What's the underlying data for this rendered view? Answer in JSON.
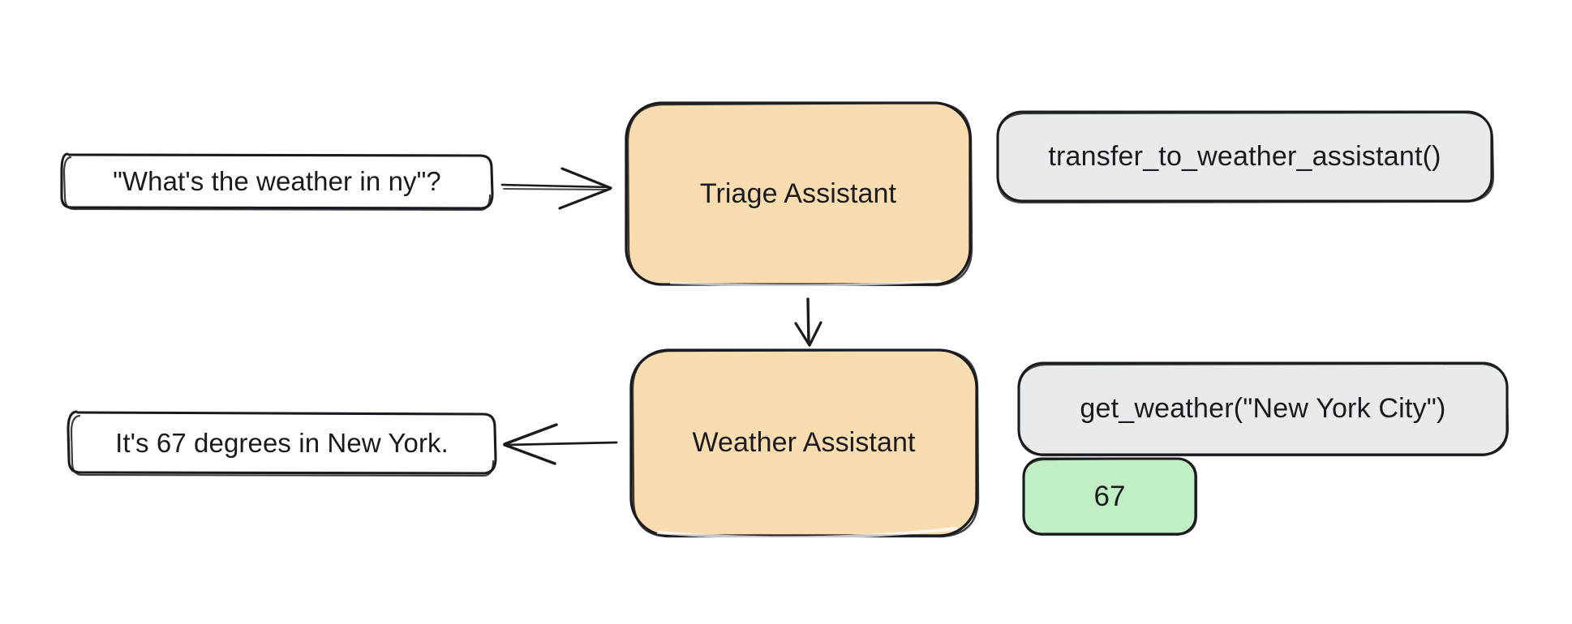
{
  "diagram": {
    "title": "Agent handoff flow",
    "style": "hand-drawn sketch",
    "background": "#ffffff",
    "colors": {
      "agent_fill": "#f9dcb0",
      "tool_fill": "#e7ebee",
      "result_fill": "#bfefc2",
      "message_fill": "#ffffff",
      "stroke": "#1b1b1f",
      "text": "#1b1b1f"
    },
    "nodes": {
      "user_message": {
        "label": "\"What's the weather in ny\"?",
        "kind": "message"
      },
      "triage_agent": {
        "label": "Triage Assistant",
        "kind": "agent"
      },
      "transfer_tool": {
        "label": "transfer_to_weather_assistant()",
        "kind": "tool"
      },
      "weather_agent": {
        "label": "Weather Assistant",
        "kind": "agent"
      },
      "weather_tool": {
        "label": "get_weather(\"New York City\")",
        "kind": "tool"
      },
      "tool_result": {
        "label": "67",
        "kind": "result"
      },
      "final_answer": {
        "label": "It's 67 degrees in New York.",
        "kind": "message"
      }
    },
    "edges": [
      {
        "name": "user-to-triage",
        "from": "user_message",
        "to": "triage_agent",
        "direction": "right"
      },
      {
        "name": "triage-to-weather",
        "from": "triage_agent",
        "to": "weather_agent",
        "direction": "down"
      },
      {
        "name": "weather-to-answer",
        "from": "weather_agent",
        "to": "final_answer",
        "direction": "left"
      }
    ]
  }
}
